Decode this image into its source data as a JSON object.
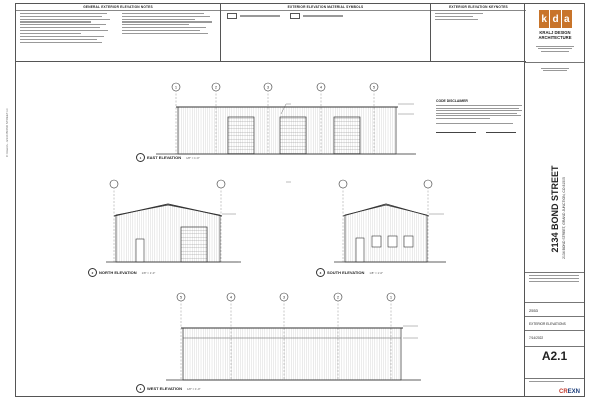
{
  "headers": {
    "general_notes": "GENERAL EXTERIOR ELEVATION NOTES",
    "material_symbols": "EXTERIOR ELEVATION MATERIAL SYMBOLS",
    "keynotes": "EXTERIOR ELEVATION KEYNOTES"
  },
  "firm": {
    "logo_letters": [
      "k",
      "d",
      "a"
    ],
    "name_line1": "KRALJ DESIGN",
    "name_line2": "ARCHITECTURE"
  },
  "project": {
    "title": "2134 BOND STREET",
    "subtitle": "2134 BOND STREET, GRAND JUNCTION, CO 81505"
  },
  "disclaimer_title": "CODE DISCLAIMER",
  "elevations": [
    {
      "num": "1",
      "ref": "A2.1",
      "name": "EAST ELEVATION",
      "scale": "1/8\" = 1'-0\""
    },
    {
      "num": "2",
      "ref": "A2.1",
      "name": "NORTH ELEVATION",
      "scale": "1/8\" = 1'-0\""
    },
    {
      "num": "3",
      "ref": "A2.1",
      "name": "SOUTH ELEVATION",
      "scale": "1/8\" = 1'-0\""
    },
    {
      "num": "4",
      "ref": "A2.1",
      "name": "WEST ELEVATION",
      "scale": "1/8\" = 1'-0\""
    }
  ],
  "grid_labels": {
    "east": [
      "1",
      "2",
      "3",
      "4",
      "5"
    ],
    "west": [
      "5",
      "4",
      "3",
      "2",
      "1"
    ]
  },
  "titleblock": {
    "project_no": "2553",
    "sheet_title": "EXTERIOR ELEVATIONS",
    "date": "7/14/2022",
    "sheet_number": "A2.1"
  },
  "watermark": {
    "cr": "CR",
    "exn": "EXN"
  }
}
